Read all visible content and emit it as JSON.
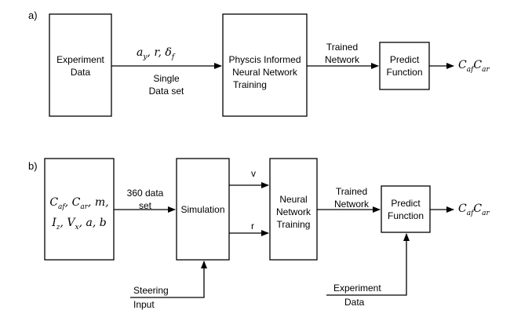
{
  "panel_a": {
    "label": "a)",
    "experiment_box": [
      "Experiment",
      "Data"
    ],
    "inputs_math": "a_y, r, δ_f",
    "inputs_text": [
      "Single",
      "Data set"
    ],
    "pinn_box": [
      "Physcis Informed",
      "Neural Network",
      "Training"
    ],
    "trained_network": [
      "Trained",
      "Network"
    ],
    "predict_box": [
      "Predict",
      "Function"
    ],
    "output_math": "C_af C_ar"
  },
  "panel_b": {
    "label": "b)",
    "params_math": [
      "C_af, C_ar, m,",
      "I_z, V_x, a, b"
    ],
    "dataset_label": [
      "360 data",
      "set"
    ],
    "simulation_box": "Simulation",
    "v_label": "v",
    "r_label": "r",
    "nn_box": [
      "Neural",
      "Network",
      "Training"
    ],
    "trained_network": [
      "Trained",
      "Network"
    ],
    "predict_box": [
      "Predict",
      "Function"
    ],
    "output_math": "C_af C_ar",
    "steering_input": [
      "Steering",
      "Input"
    ],
    "experiment_data": [
      "Experiment",
      "Data"
    ]
  }
}
